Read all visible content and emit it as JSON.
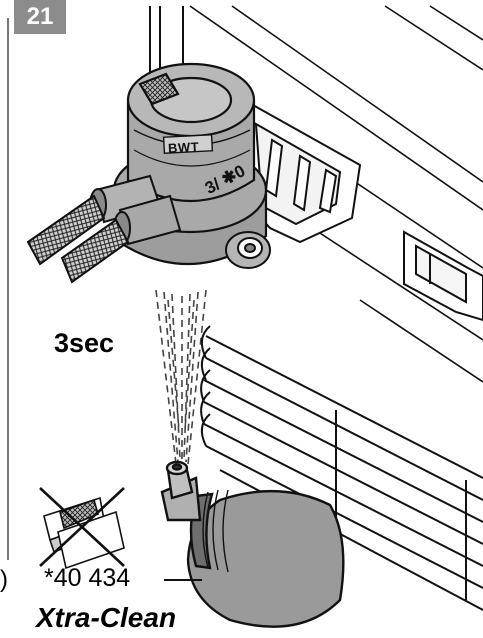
{
  "step": {
    "number": "21"
  },
  "device": {
    "brand": "BWT",
    "dial_marking": "3/ ✱0"
  },
  "instruction": {
    "duration": "3sec"
  },
  "product": {
    "part_number": "*40 434",
    "name": "Xtra-Clean"
  },
  "edge": {
    "glyph": ")"
  },
  "colors": {
    "badge": "#8c8c8c",
    "device_body": "#a9a9a9",
    "outline": "#111111",
    "bottle": "#9a9a9a"
  },
  "icons": {
    "prohibited": "cross-out-icon",
    "bwt_logo": "bwt-logo-icon"
  }
}
